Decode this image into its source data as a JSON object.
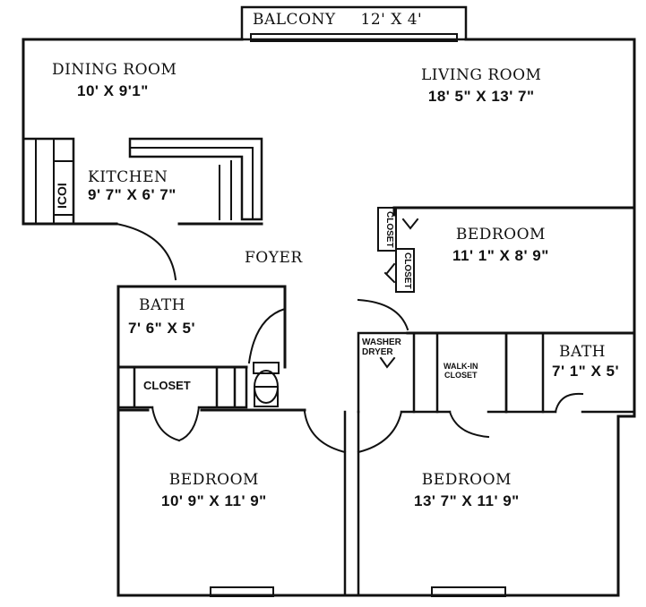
{
  "balcony": {
    "name": "BALCONY",
    "dims": "12' X 4'"
  },
  "dining": {
    "name": "DINING ROOM",
    "dims": "10' X 9'1\""
  },
  "living": {
    "name": "LIVING ROOM",
    "dims": "18' 5\" X 13' 7\""
  },
  "kitchen": {
    "name": "KITCHEN",
    "dims": "9' 7\" X 6' 7\"",
    "fridge_label": "ICOI"
  },
  "bedroom_right": {
    "name": "BEDROOM",
    "dims": "11' 1\" X 8' 9\""
  },
  "foyer": {
    "name": "FOYER"
  },
  "closet_v1": "CLOSET",
  "closet_v2": "CLOSET",
  "bath_left": {
    "name": "BATH",
    "dims": "7' 6\" X 5'"
  },
  "washer": {
    "line1": "WASHER",
    "line2": "DRYER"
  },
  "walkin": {
    "line1": "WALK-IN",
    "line2": "CLOSET"
  },
  "bath_right": {
    "name": "BATH",
    "dims": "7' 1\" X 5'"
  },
  "closet_left": "CLOSET",
  "bedroom_left": {
    "name": "BEDROOM",
    "dims": "10' 9\" X 11' 9\""
  },
  "bedroom_mid": {
    "name": "BEDROOM",
    "dims": "13' 7\" X 11' 9\""
  }
}
